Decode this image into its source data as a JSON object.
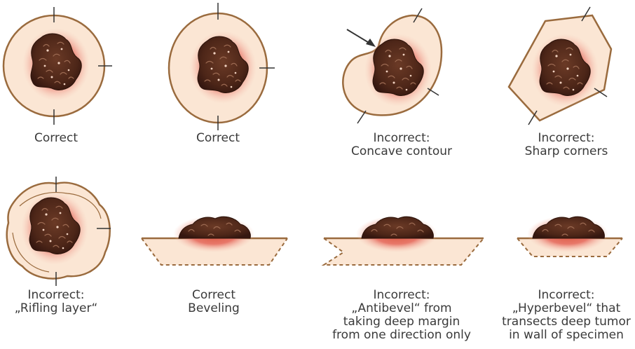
{
  "colors": {
    "specimen_fill": "#fbe6d4",
    "specimen_outline": "#9a6b3e",
    "tumor_halo_outer": "#f7c0ab",
    "tumor_halo": "#ea7a6c",
    "tumor_core": "#5a2e1f",
    "tumor_dark": "#3a1a10",
    "ink_marks": "#333333"
  },
  "panels": [
    {
      "id": "round",
      "caption": [
        "Correct"
      ]
    },
    {
      "id": "oval",
      "caption": [
        "Correct"
      ]
    },
    {
      "id": "concave",
      "caption": [
        "Incorrect:",
        "Concave contour"
      ]
    },
    {
      "id": "sharp",
      "caption": [
        "Incorrect:",
        "Sharp corners"
      ]
    },
    {
      "id": "rifling",
      "caption": [
        "Incorrect:",
        "„Rifling layer“"
      ]
    },
    {
      "id": "bevel",
      "caption": [
        "Correct",
        "Beveling"
      ]
    },
    {
      "id": "antibevel",
      "caption": [
        "Incorrect:",
        "„Antibevel“ from",
        "taking deep margin",
        "from one direction only"
      ]
    },
    {
      "id": "hyperbevel",
      "caption": [
        "Incorrect:",
        "„Hyperbevel“ that",
        "transects deep tumor",
        "in wall of specimen"
      ]
    }
  ]
}
